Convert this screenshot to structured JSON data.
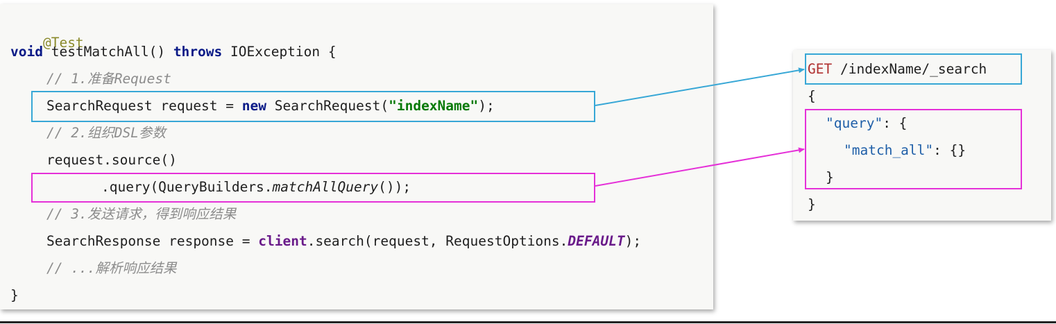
{
  "java": {
    "annotation": "@Test",
    "sig_void": "void",
    "sig_name": " testMatchAll() ",
    "sig_throws": "throws",
    "sig_rest": " IOException {",
    "comment1": "// 1.准备Request",
    "req_type": "SearchRequest request = ",
    "req_new": "new",
    "req_ctor": " SearchRequest(",
    "req_arg": "\"indexName\"",
    "req_end": ");",
    "comment2": "// 2.组织DSL参数",
    "source_call": "request.source()",
    "query_pre": ".query(QueryBuilders.",
    "query_method": "matchAllQuery",
    "query_end": "());",
    "comment3": "// 3.发送请求，得到响应结果",
    "resp_pre": "SearchResponse response = ",
    "resp_client": "client",
    "resp_mid": ".search(request, RequestOptions.",
    "resp_default": "DEFAULT",
    "resp_end": ");",
    "comment4": "// ...解析响应结果",
    "close": "}"
  },
  "dsl": {
    "method": "GET",
    "path": " /indexName/_search",
    "open": "{",
    "query_key": "\"query\"",
    "query_rest": ": {",
    "match_key": "\"match_all\"",
    "match_rest": ": {}",
    "inner_close": "}",
    "close": "}"
  },
  "colors": {
    "blue_box": "#37a7d6",
    "pink_box": "#e530d8"
  }
}
